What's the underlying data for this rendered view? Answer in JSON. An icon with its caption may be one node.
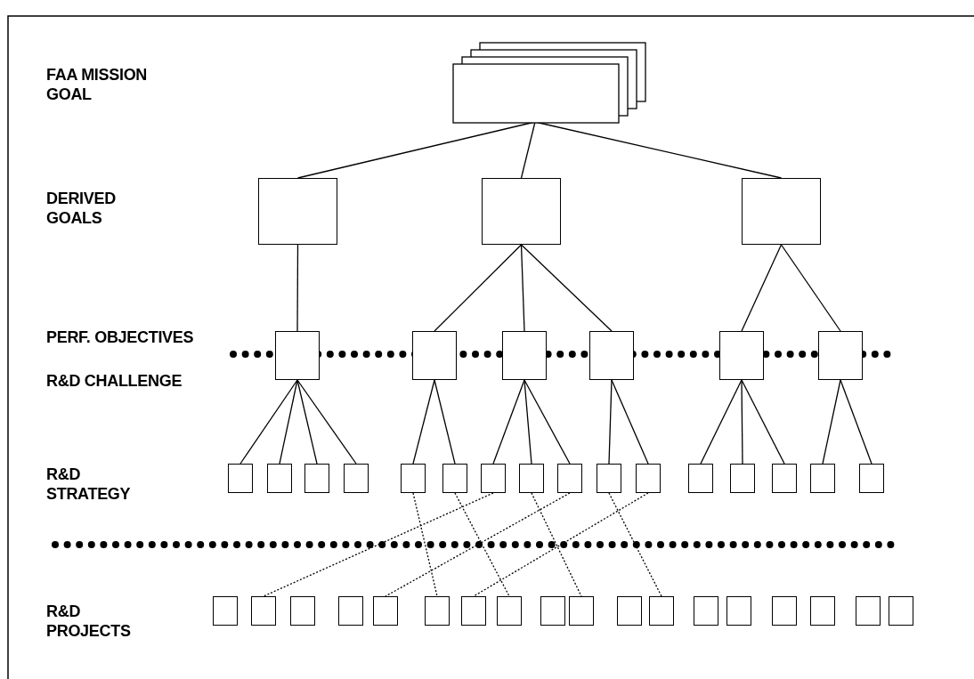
{
  "diagram": {
    "nodes": [
      {
        "text": [],
        "shape": "box"
      },
      {
        "text": [],
        "shape": "box"
      },
      {
        "text": [],
        "shape": "box"
      },
      {
        "text": [],
        "shape": "box"
      },
      {
        "text": [],
        "shape": "box"
      },
      {
        "text": [],
        "shape": "box"
      },
      {
        "text": [],
        "shape": "box"
      },
      {
        "text": [],
        "shape": "box"
      },
      {
        "text": [],
        "shape": "box"
      },
      {
        "text": [],
        "shape": "box"
      },
      {
        "text": [],
        "shape": "box"
      },
      {
        "text": [],
        "shape": "box"
      },
      {
        "text": [],
        "shape": "box"
      },
      {
        "text": [],
        "shape": "box"
      },
      {
        "text": [],
        "shape": "box"
      },
      {
        "text": [],
        "shape": "box"
      },
      {
        "text": [],
        "shape": "box"
      },
      {
        "text": [],
        "shape": "box"
      },
      {
        "text": [],
        "shape": "box"
      },
      {
        "text": [],
        "shape": "box"
      },
      {
        "text": [],
        "shape": "box"
      },
      {
        "text": [],
        "shape": "box"
      },
      {
        "text": [],
        "shape": "box"
      },
      {
        "text": [],
        "shape": "box"
      },
      {
        "text": [],
        "shape": "box"
      },
      {
        "text": [],
        "shape": "box"
      },
      {
        "text": [],
        "shape": "box"
      },
      {
        "text": [],
        "shape": "box"
      },
      {
        "text": [],
        "shape": "box"
      },
      {
        "text": [],
        "shape": "box"
      },
      {
        "text": [],
        "shape": "box"
      },
      {
        "text": [],
        "shape": "box"
      },
      {
        "text": [],
        "shape": "box"
      },
      {
        "text": [],
        "shape": "box"
      },
      {
        "text": [],
        "shape": "box"
      },
      {
        "text": [],
        "shape": "box"
      },
      {
        "text": [],
        "shape": "box"
      },
      {
        "text": [],
        "shape": "box"
      },
      {
        "text": [],
        "shape": "box"
      },
      {
        "text": [],
        "shape": "box"
      },
      {
        "text": [],
        "shape": "box"
      },
      {
        "text": [],
        "shape": "box"
      },
      {
        "text": [],
        "shape": "box"
      },
      {
        "text": [],
        "shape": "box"
      }
    ],
    "edges": [
      {
        "from": 0,
        "to": 1,
        "arrow": "none"
      },
      {
        "from": 0,
        "to": 2,
        "arrow": "none"
      },
      {
        "from": 0,
        "to": 3,
        "arrow": "none"
      },
      {
        "from": 1,
        "to": 4,
        "arrow": "none"
      },
      {
        "from": 2,
        "to": 5,
        "arrow": "none"
      },
      {
        "from": 2,
        "to": 6,
        "arrow": "none"
      },
      {
        "from": 2,
        "to": 7,
        "arrow": "none"
      },
      {
        "from": 3,
        "to": 8,
        "arrow": "none"
      },
      {
        "from": 3,
        "to": 9,
        "arrow": "none"
      },
      {
        "from": 4,
        "to": 10,
        "arrow": "none"
      },
      {
        "from": 4,
        "to": 11,
        "arrow": "none"
      },
      {
        "from": 4,
        "to": 12,
        "arrow": "none"
      },
      {
        "from": 4,
        "to": 13,
        "arrow": "none"
      },
      {
        "from": 5,
        "to": 14,
        "arrow": "none"
      },
      {
        "from": 5,
        "to": 15,
        "arrow": "none"
      },
      {
        "from": 6,
        "to": 16,
        "arrow": "none"
      },
      {
        "from": 6,
        "to": 17,
        "arrow": "none"
      },
      {
        "from": 6,
        "to": 18,
        "arrow": "none"
      },
      {
        "from": 7,
        "to": 19,
        "arrow": "none"
      },
      {
        "from": 7,
        "to": 20,
        "arrow": "none"
      },
      {
        "from": 8,
        "to": 21,
        "arrow": "none"
      },
      {
        "from": 8,
        "to": 22,
        "arrow": "none"
      },
      {
        "from": 8,
        "to": 23,
        "arrow": "none"
      },
      {
        "from": 9,
        "to": 24,
        "arrow": "none"
      },
      {
        "from": 9,
        "to": 25,
        "arrow": "none"
      },
      {
        "from": 14,
        "to": 31,
        "arrow": "none",
        "style": "dashed"
      },
      {
        "from": 15,
        "to": 33,
        "arrow": "none",
        "style": "dashed"
      },
      {
        "from": 16,
        "to": 27,
        "arrow": "none",
        "style": "dashed"
      },
      {
        "from": 17,
        "to": 35,
        "arrow": "none",
        "style": "dashed"
      },
      {
        "from": 18,
        "to": 30,
        "arrow": "none",
        "style": "dashed"
      },
      {
        "from": 19,
        "to": 37,
        "arrow": "none",
        "style": "dashed"
      },
      {
        "from": 20,
        "to": 32,
        "arrow": "none",
        "style": "dashed"
      }
    ],
    "labels": [
      "FAA MISSION GOAL",
      "DERIVED GOALS",
      "PERF. OBJECTIVES",
      "R&D CHALLENGE",
      "R&D STRATEGY",
      "R&D PROJECTS"
    ]
  }
}
